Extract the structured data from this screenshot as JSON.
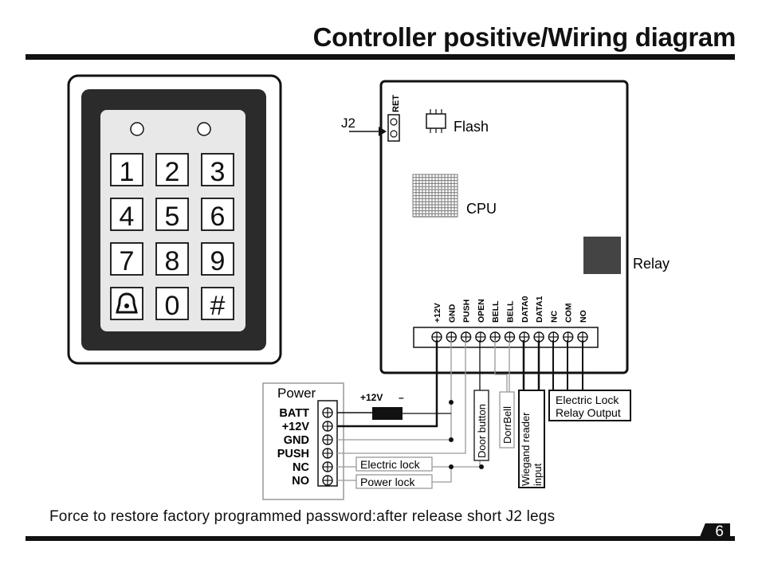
{
  "title": "Controller positive/Wiring diagram",
  "keypad": {
    "keys": [
      "1",
      "2",
      "3",
      "4",
      "5",
      "6",
      "7",
      "8",
      "9",
      "bell",
      "0",
      "#"
    ]
  },
  "board": {
    "j2_label": "J2",
    "ret_label": "RET",
    "flash_label": "Flash",
    "cpu_label": "CPU",
    "relay_label": "Relay",
    "terminals": [
      "+12V",
      "GND",
      "PUSH",
      "OPEN",
      "BELL",
      "BELL",
      "DATA0",
      "DATA1",
      "NC",
      "COM",
      "NO"
    ]
  },
  "power": {
    "title": "Power",
    "terminals": [
      "BATT",
      "+12V",
      "GND",
      "PUSH",
      "NC",
      "NO"
    ],
    "plus_label": "+12V",
    "minus_label": "–"
  },
  "labels": {
    "electric_lock": "Electric lock",
    "power_lock": "Power lock",
    "door_button": "Door button",
    "doorbell": "DorrBell",
    "wiegand_line1": "Wiegand reader",
    "wiegand_line2": "input",
    "relay_out_line1": "Electric Lock",
    "relay_out_line2": "Relay Output"
  },
  "footnote": "Force  to restore factory programmed password:after release short J2 legs",
  "page_number": "6"
}
